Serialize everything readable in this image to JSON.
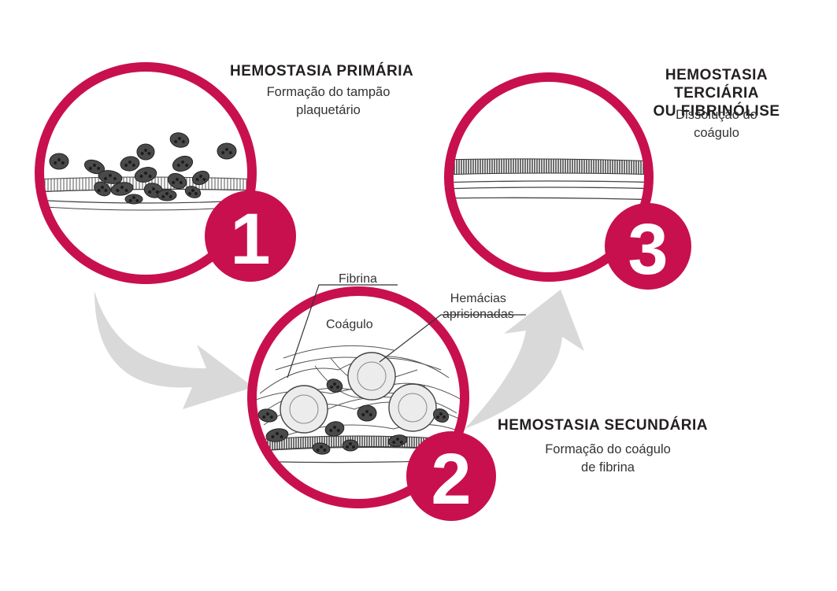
{
  "colors": {
    "accent": "#c8104e",
    "arrow": "#d9d9d9",
    "ink": "#231f20"
  },
  "stages": [
    {
      "number": "1",
      "title": "HEMOSTASIA PRIMÁRIA",
      "description_lines": [
        "Formação do tampão",
        "plaquetário"
      ]
    },
    {
      "number": "2",
      "title": "HEMOSTASIA SECUNDÁRIA",
      "description_lines": [
        "Formação do coágulo",
        "de fibrina"
      ]
    },
    {
      "number": "3",
      "title_lines": [
        "HEMOSTASIA TERCIÁRIA",
        "OU FIBRINÓLISE"
      ],
      "description_lines": [
        "Dissolução do",
        "coágulo"
      ]
    }
  ],
  "labels": {
    "fibrina": "Fibrina",
    "coagulo": "Coágulo",
    "hemacias_lines": [
      "Hemácias",
      "aprisionadas"
    ]
  }
}
